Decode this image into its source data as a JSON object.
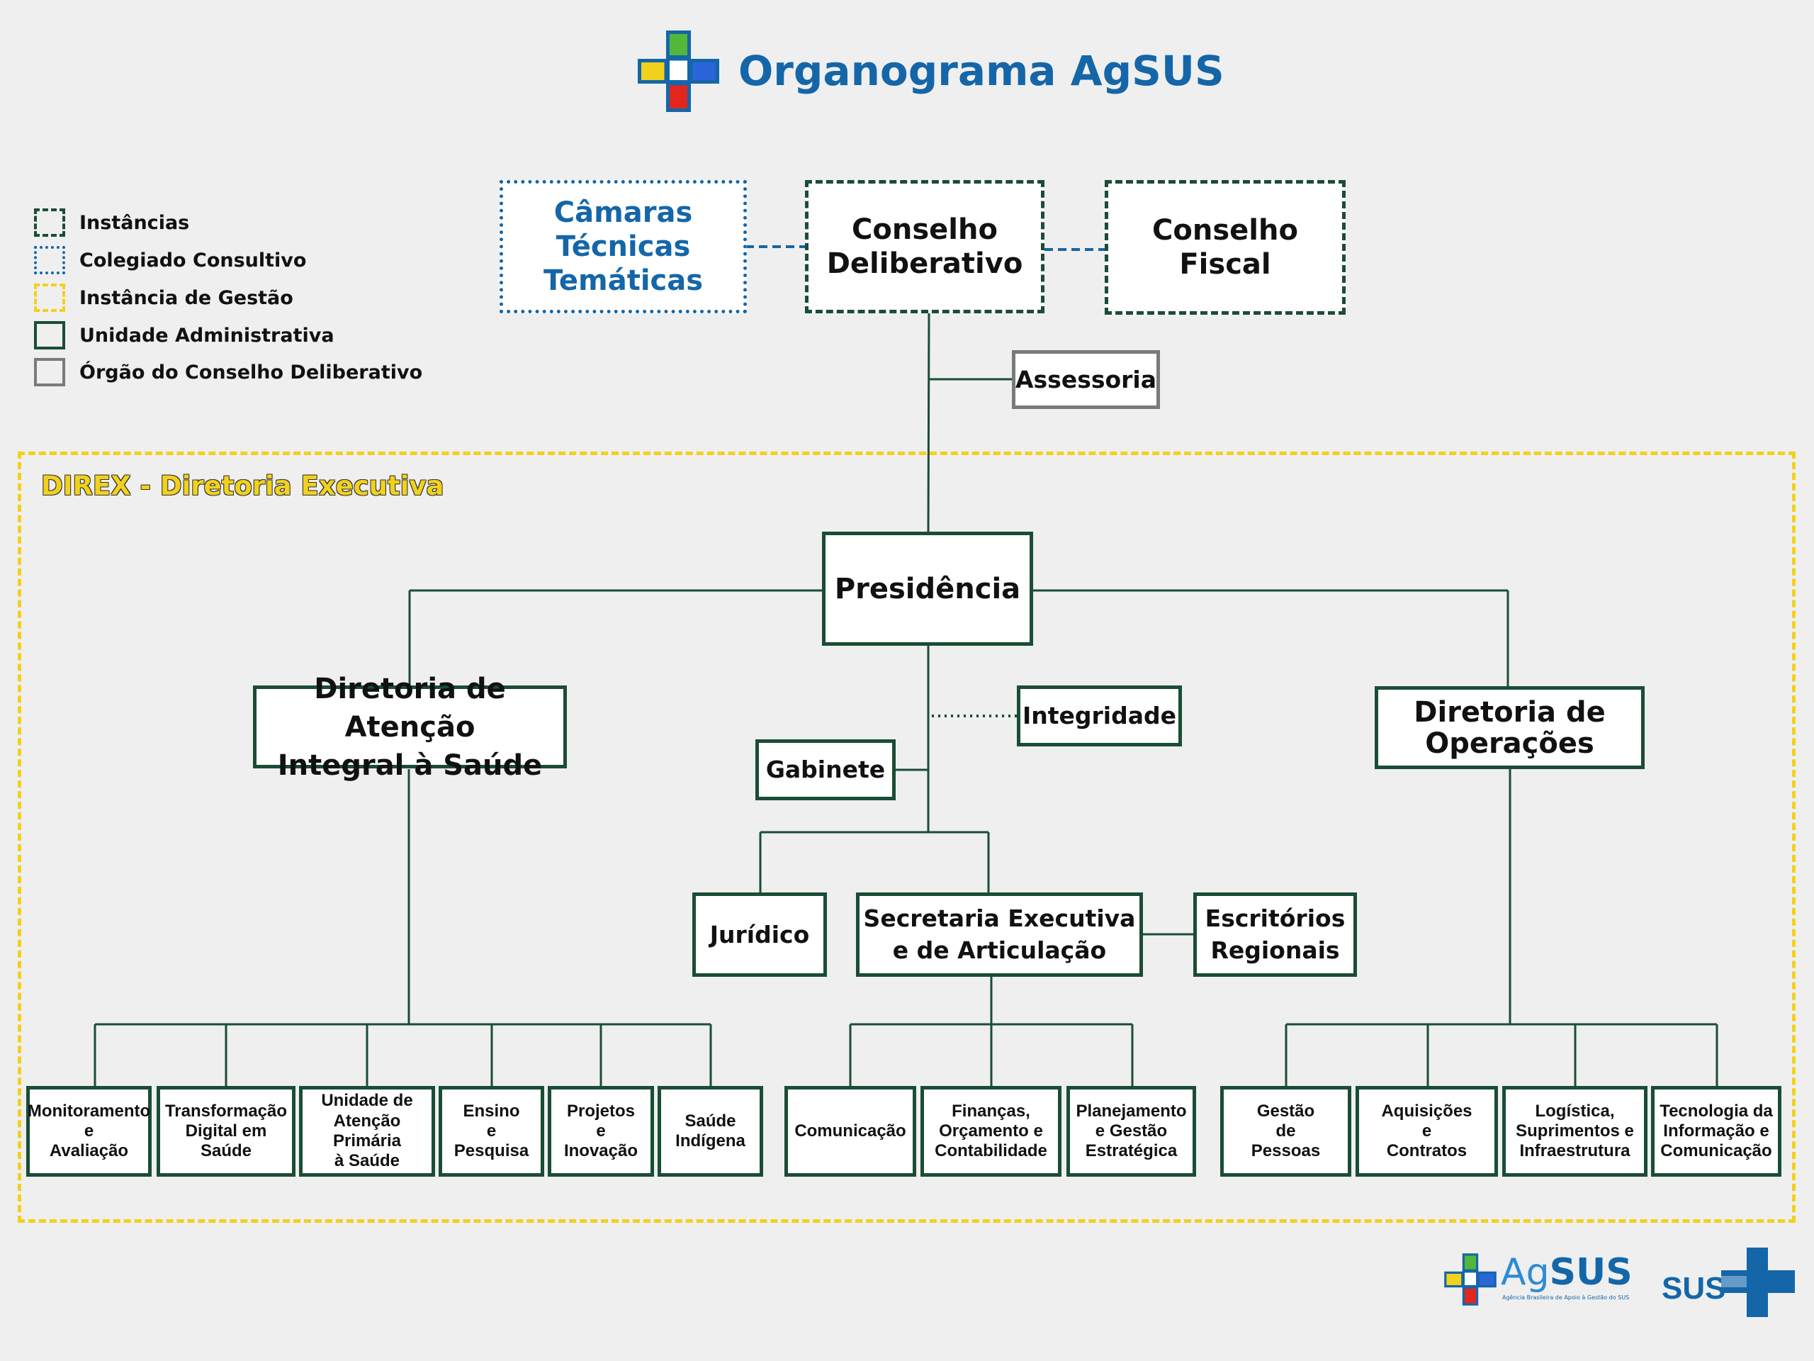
{
  "header": {
    "title": "Organograma AgSUS"
  },
  "legend": [
    {
      "label": "Instâncias",
      "style": "dashed",
      "color": "#1a4d35"
    },
    {
      "label": "Colegiado Consultivo",
      "style": "dotted",
      "color": "#1466a8"
    },
    {
      "label": "Instância de Gestão",
      "style": "dashed",
      "color": "#f2d11c"
    },
    {
      "label": "Unidade Administrativa",
      "style": "solid",
      "color": "#1a4d35"
    },
    {
      "label": "Órgão do Conselho Deliberativo",
      "style": "solid",
      "color": "#7a7a7a"
    }
  ],
  "direx": {
    "title": "DIREX - Diretoria Executiva"
  },
  "nodes": {
    "camaras": "Câmaras\nTécnicas\nTemáticas",
    "conselho_deliberativo": "Conselho\nDeliberativo",
    "conselho_fiscal": "Conselho\nFiscal",
    "assessoria": "Assessoria",
    "presidencia": "Presidência",
    "diretoria_atencao": "Diretoria de Atenção\nIntegral à Saúde",
    "diretoria_operacoes": "Diretoria de\nOperações",
    "integridade": "Integridade",
    "gabinete": "Gabinete",
    "juridico": "Jurídico",
    "secretaria": "Secretaria Executiva\ne de Articulação",
    "escritorios": "Escritórios\nRegionais",
    "monitoramento": "Monitoramento\ne\nAvaliação",
    "transformacao": "Transformação\nDigital em\nSaúde",
    "unidade_atencao": "Unidade de\nAtenção Primária\nà Saúde",
    "ensino": "Ensino\ne\nPesquisa",
    "projetos": "Projetos\ne\nInovação",
    "saude_indigena": "Saúde\nIndígena",
    "comunicacao": "Comunicação",
    "financas": "Finanças,\nOrçamento e\nContabilidade",
    "planejamento": "Planejamento\ne Gestão\nEstratégica",
    "gestao_pessoas": "Gestão\nde\nPessoas",
    "aquisicoes": "Aquisições\ne\nContratos",
    "logistica": "Logística,\nSuprimentos e\nInfraestrutura",
    "tecnologia": "Tecnologia da\nInformação e\nComunicação"
  },
  "footer": {
    "agsus_ag": "Ag",
    "agsus_sus": "SUS",
    "agsus_tagline": "Agência Brasileira de Apoio à Gestão do SUS",
    "sus_label": "SUS"
  },
  "colors": {
    "primary_blue": "#1466a8",
    "dark_green": "#1a4d35",
    "yellow": "#f2d11c",
    "gray": "#7a7a7a"
  }
}
